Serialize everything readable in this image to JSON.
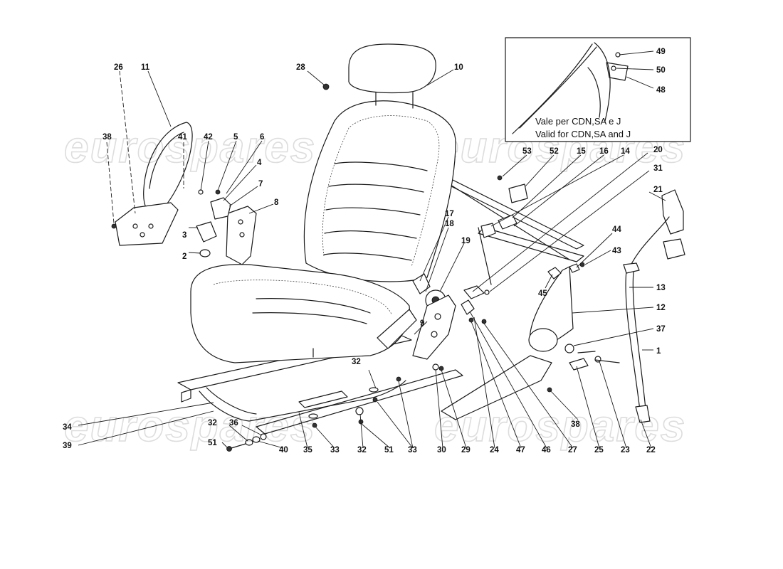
{
  "watermark": "eurospares",
  "inset_note": {
    "italian": "Vale per CDN,SA e J",
    "english": "Valid for CDN,SA and J"
  },
  "labels": {
    "p1": "1",
    "p2": "2",
    "p3": "3",
    "p4": "4",
    "p5": "5",
    "p6": "6",
    "p7": "7",
    "p8": "8",
    "p9": "9",
    "p10": "10",
    "p11": "11",
    "p12": "12",
    "p13": "13",
    "p14": "14",
    "p15": "15",
    "p16": "16",
    "p17": "17",
    "p18": "18",
    "p19": "19",
    "p20": "20",
    "p21": "21",
    "p22": "22",
    "p23": "23",
    "p24": "24",
    "p25": "25",
    "p26": "26",
    "p27": "27",
    "p28": "28",
    "p29": "29",
    "p30": "30",
    "p31": "31",
    "p32": "32",
    "p33": "33",
    "p34": "34",
    "p35": "35",
    "p36": "36",
    "p37": "37",
    "p38": "38",
    "p39": "39",
    "p40": "40",
    "p41": "41",
    "p42": "42",
    "p43": "43",
    "p44": "44",
    "p45": "45",
    "p46": "46",
    "p47": "47",
    "p48": "48",
    "p49": "49",
    "p50": "50",
    "p51": "51",
    "p52": "52",
    "p53": "53"
  }
}
